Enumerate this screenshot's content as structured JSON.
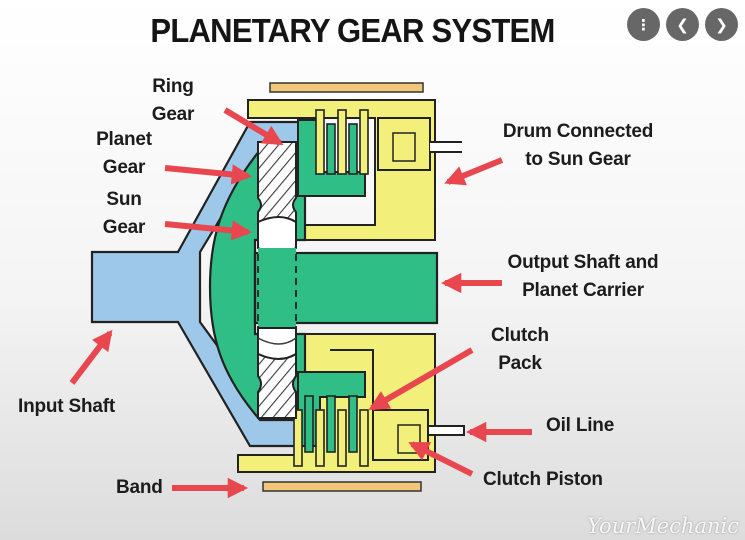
{
  "title": "PLANETARY GEAR SYSTEM",
  "controls": {
    "more_icon": "more-vert-icon",
    "prev_icon": "chevron-left-icon",
    "next_icon": "chevron-right-icon",
    "more_glyph": "⋮",
    "prev_glyph": "❮",
    "next_glyph": "❯"
  },
  "labels": {
    "ring_gear": [
      "Ring",
      "Gear"
    ],
    "planet_gear": [
      "Planet",
      "Gear"
    ],
    "sun_gear": [
      "Sun",
      "Gear"
    ],
    "input_shaft": "Input Shaft",
    "band": "Band",
    "drum": [
      "Drum Connected",
      "to Sun Gear"
    ],
    "output_shaft": [
      "Output Shaft and",
      "Planet Carrier"
    ],
    "clutch_pack": [
      "Clutch",
      "Pack"
    ],
    "oil_line": "Oil Line",
    "clutch_piston": "Clutch Piston"
  },
  "watermark": "YourMechanic",
  "colors": {
    "input_shaft": "#9ec8ea",
    "green": "#2fbf86",
    "yellow": "#f2f07a",
    "band": "#f3c77a",
    "arrow": "#e8474f",
    "outline": "#222222"
  }
}
